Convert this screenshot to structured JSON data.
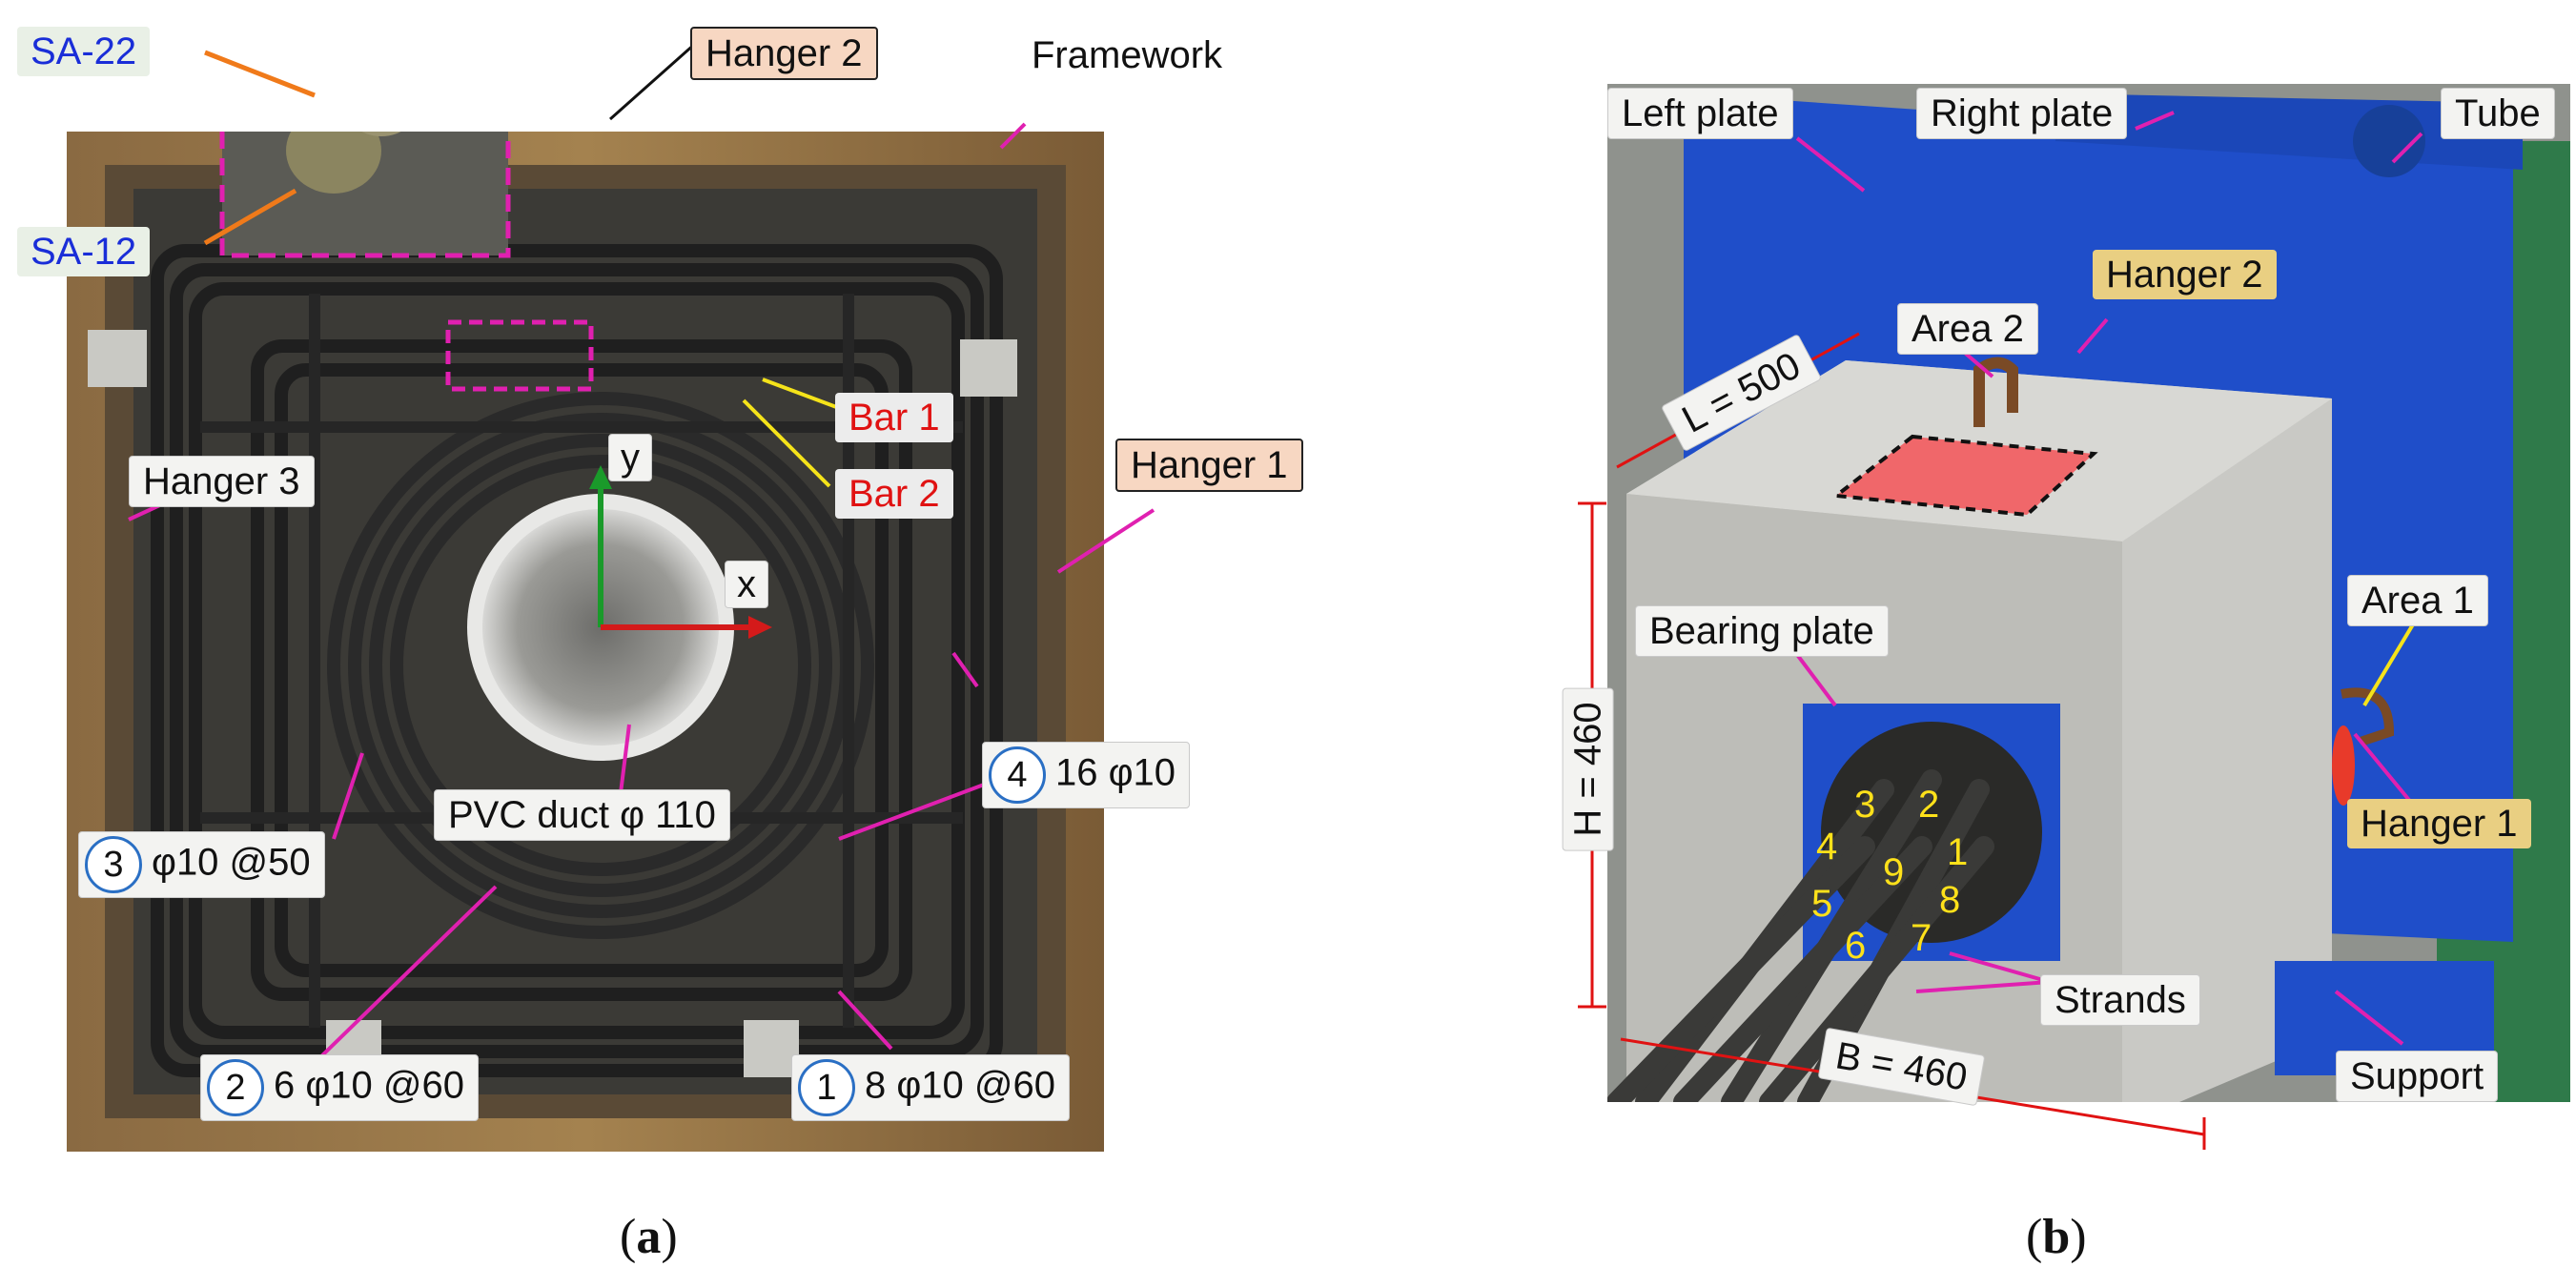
{
  "panel_a": {
    "caption": {
      "open": "(",
      "letter": "a",
      "close": ")"
    },
    "labels": {
      "sa22": "SA-22",
      "sa12": "SA-12",
      "hanger2": "Hanger 2",
      "framework": "Framework",
      "bar1": "Bar 1",
      "bar2": "Bar 2",
      "hanger3": "Hanger 3",
      "hanger1": "Hanger 1",
      "axis_y": "y",
      "axis_x": "x",
      "pvc_duct": "PVC duct  φ 110",
      "rebar4_num": "4",
      "rebar4_text": "16 φ10",
      "rebar3_num": "3",
      "rebar3_text": "φ10 @50",
      "rebar2_num": "2",
      "rebar2_text": "6 φ10 @60",
      "rebar1_num": "1",
      "rebar1_text": "8 φ10 @60"
    },
    "colors": {
      "arrow_pink": "#e020b0",
      "arrow_orange": "#f07a1a",
      "arrow_yellow": "#f5e31a",
      "axis_green": "#1a9a2a",
      "axis_red": "#d41a1a"
    }
  },
  "panel_b": {
    "caption": {
      "open": "(",
      "letter": "b",
      "close": ")"
    },
    "labels": {
      "left_plate": "Left plate",
      "right_plate": "Right plate",
      "tube": "Tube",
      "hanger2": "Hanger 2",
      "area2": "Area 2",
      "l_dim": "L = 500",
      "area1": "Area 1",
      "bearing_plate": "Bearing plate",
      "h_dim": "H = 460",
      "hanger1": "Hanger 1",
      "strands": "Strands",
      "b_dim": "B = 460",
      "support": "Support"
    },
    "strand_numbers": [
      "3",
      "2",
      "4",
      "9",
      "1",
      "5",
      "8",
      "6",
      "7"
    ],
    "colors": {
      "plate_blue": "#1f4ec9",
      "area_red": "#f0676a",
      "dim_red": "#e01212",
      "label_gold": "#e9cf82"
    }
  }
}
